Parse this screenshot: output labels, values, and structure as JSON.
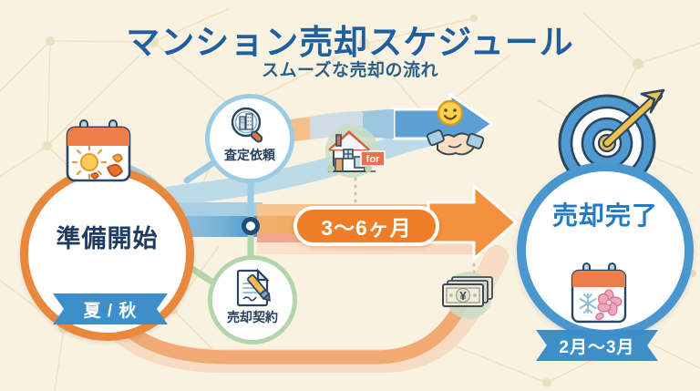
{
  "header": {
    "title": "マンション売却スケジュール",
    "subtitle": "スムーズな売却の流れ"
  },
  "colors": {
    "background": "#faf2e0",
    "title_blue": "#1f5f9e",
    "accent_orange": "#ed7d26",
    "accent_blue": "#4a97cf",
    "ribbon_blue": "#3d8fc9",
    "node_green": "#b4d4ab",
    "node_lightblue": "#9ccbe4",
    "text_navy": "#1f3d63"
  },
  "flow": {
    "start": {
      "label": "準備開始",
      "ribbon": "夏 / 秋",
      "icon": "calendar-sun-autumn-leaves-icon"
    },
    "end": {
      "label": "売却完了",
      "ribbon": "2月〜3月",
      "icon": "calendar-snowflake-sakura-icon",
      "badge_icon": "target-arrow-icon"
    },
    "duration_badge": "3〜6ヶ月",
    "steps": [
      {
        "label": "査定依頼",
        "icon": "magnifier-building-icon",
        "ring": "#9ccbe4"
      },
      {
        "label": "売却契約",
        "icon": "document-pen-icon",
        "ring": "#b4d4ab"
      }
    ],
    "decorations": [
      {
        "name": "house-for-sale-icon",
        "label": "for"
      },
      {
        "name": "handshake-smile-icon"
      },
      {
        "name": "yen-banknotes-icon",
        "label": "¥"
      }
    ]
  }
}
